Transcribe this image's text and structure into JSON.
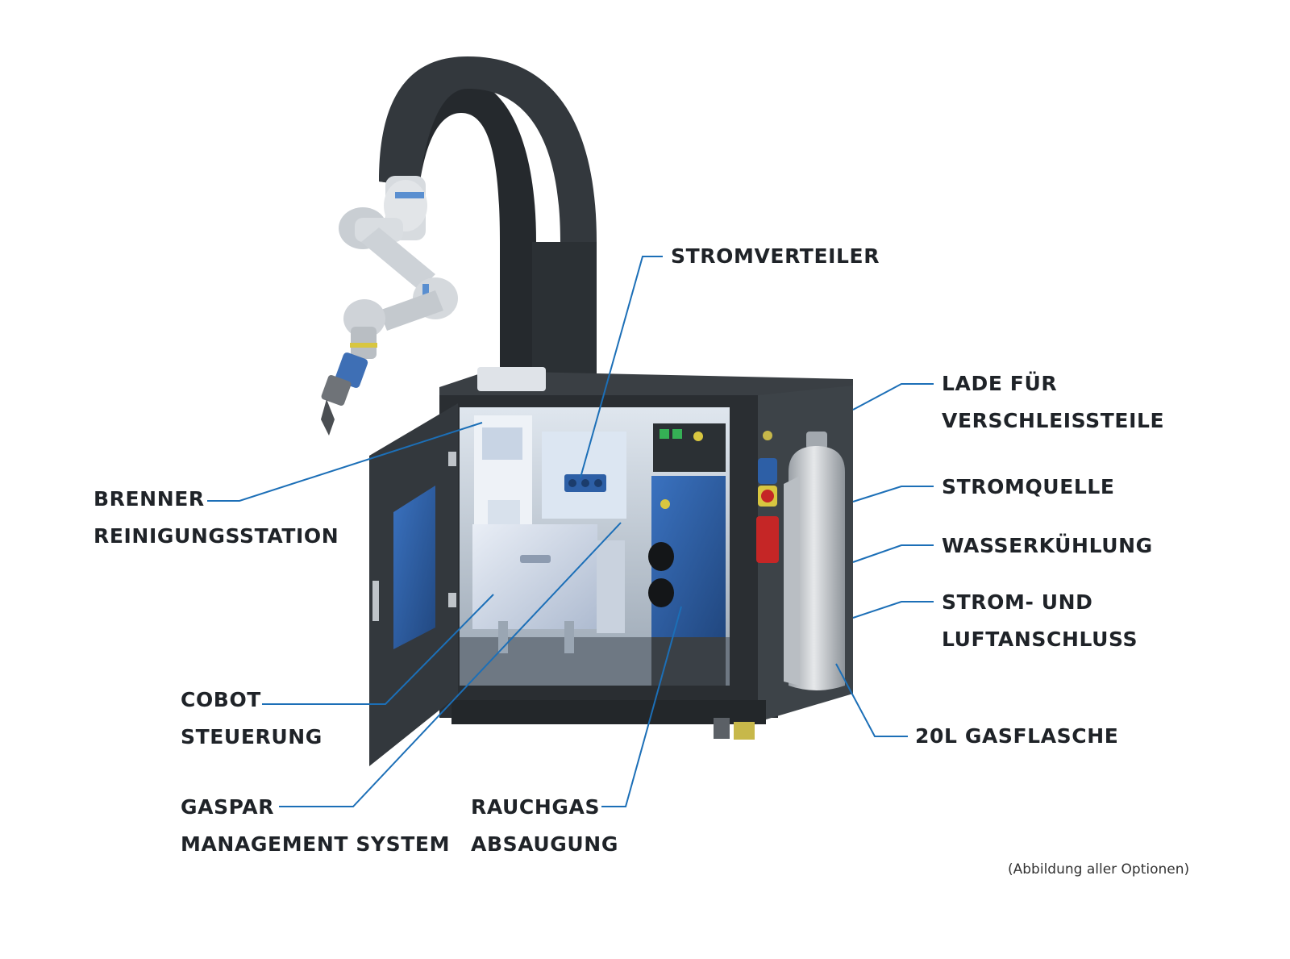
{
  "labels": {
    "stromverteiler": [
      "STROMVERTEILER"
    ],
    "lade": [
      "LADE FÜR",
      "VERSCHLEISSTEILE"
    ],
    "stromquelle": [
      "STROMQUELLE"
    ],
    "wasserkuehlung": [
      "WASSERKÜHLUNG"
    ],
    "anschluss": [
      "STROM- UND",
      "LUFTANSCHLUSS"
    ],
    "gasflasche": [
      "20L GASFLASCHE"
    ],
    "brenner": [
      "BRENNER",
      "REINIGUNGSSTATION"
    ],
    "cobot": [
      "COBOT",
      "STEUERUNG"
    ],
    "gaspar": [
      "GASPAR",
      "MANAGEMENT SYSTEM"
    ],
    "rauchgas": [
      "RAUCHGAS",
      "ABSAUGUNG"
    ]
  },
  "note": "(Abbildung aller Optionen)",
  "colors": {
    "leader_line": "#1c6fb7",
    "cabinet": "#2f3438",
    "panel_blue": "#2d5fa6",
    "text": "#1f2328"
  }
}
